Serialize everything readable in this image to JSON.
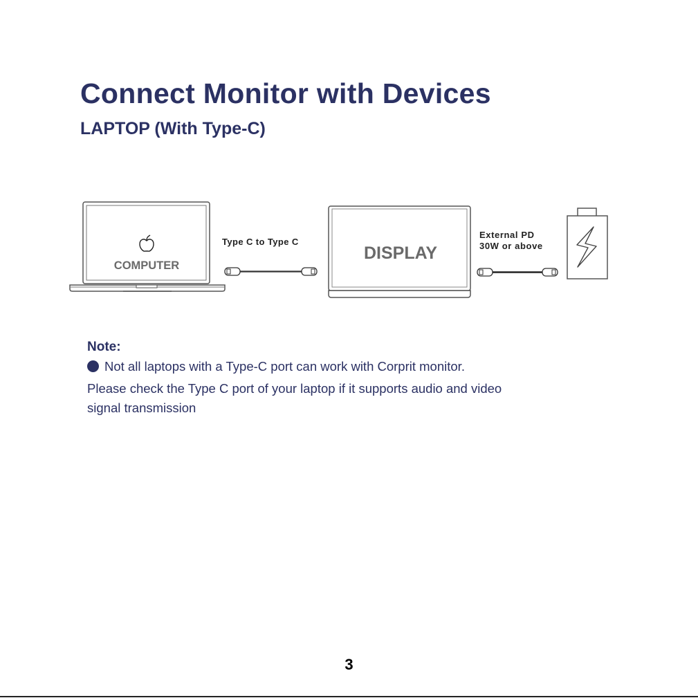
{
  "page": {
    "title": "Connect Monitor with Devices",
    "subtitle": "LAPTOP (With Type-C)",
    "page_number": "3"
  },
  "diagram": {
    "computer_label": "COMPUTER",
    "computer_logo_icon": "apple-logo-icon",
    "cable1_label": "Type C to Type C",
    "display_label": "DISPLAY",
    "power_label_line1": "External PD",
    "power_label_line2": "30W or above",
    "power_icon": "lightning-bolt-icon"
  },
  "note": {
    "title": "Note:",
    "line1": "Not all laptops with a Type-C port can work with Corprit monitor.",
    "line2": "Please check the Type C port of your laptop if it supports audio and video",
    "line3": "signal transmission"
  },
  "colors": {
    "heading": "#2b3163",
    "diagram_gray": "#555555"
  }
}
